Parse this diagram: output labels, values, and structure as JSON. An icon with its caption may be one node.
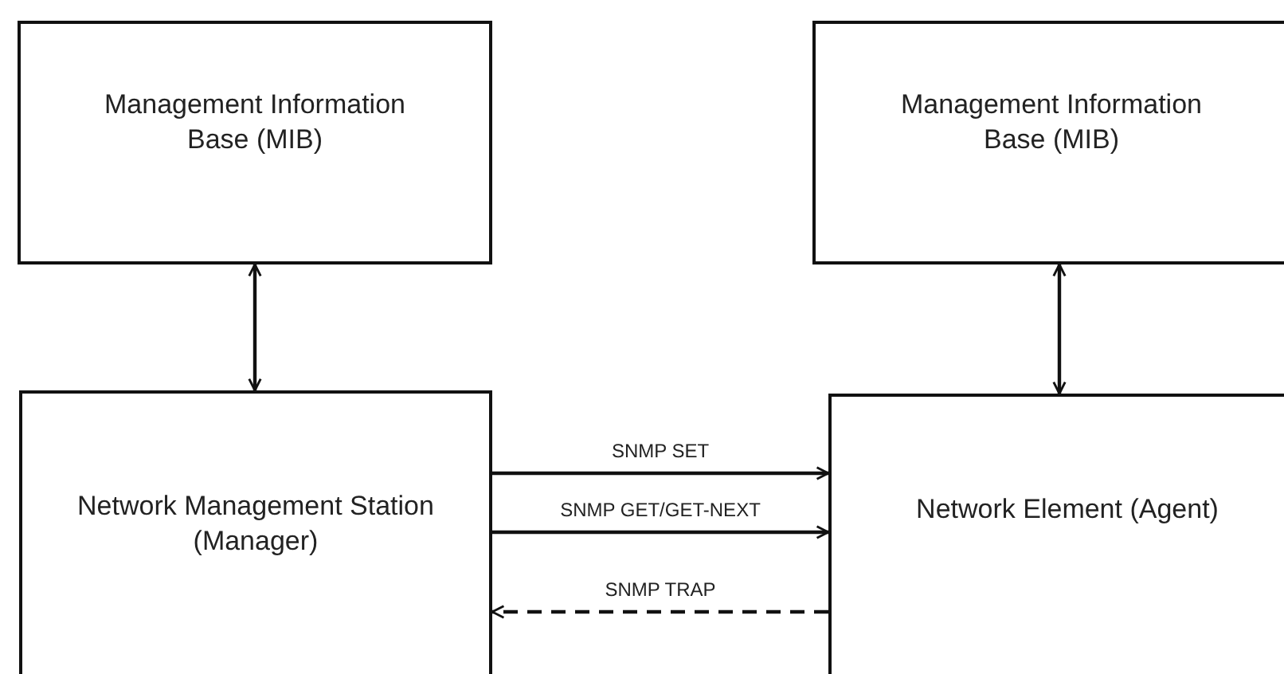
{
  "diagram": {
    "nodes": [
      {
        "text": [
          "Management Information Base (MIB)"
        ]
      },
      {
        "text": [
          "Management Information Base (MIB)"
        ]
      },
      {
        "text": [
          "Network Management Station (Manager)"
        ]
      },
      {
        "text": [
          "Network Element (Agent)"
        ]
      }
    ],
    "edges": [
      {
        "from": 0,
        "to": 2,
        "arrow": "both"
      },
      {
        "from": 1,
        "to": 3,
        "arrow": "both"
      },
      {
        "from": 2,
        "to": 3,
        "arrow": "to",
        "label": "SNMP SET"
      },
      {
        "from": 2,
        "to": 3,
        "arrow": "to",
        "label": "SNMP GET/GET-NEXT"
      },
      {
        "from": 3,
        "to": 2,
        "arrow": "to",
        "label": "SNMP TRAP",
        "style": "dashed"
      }
    ]
  }
}
